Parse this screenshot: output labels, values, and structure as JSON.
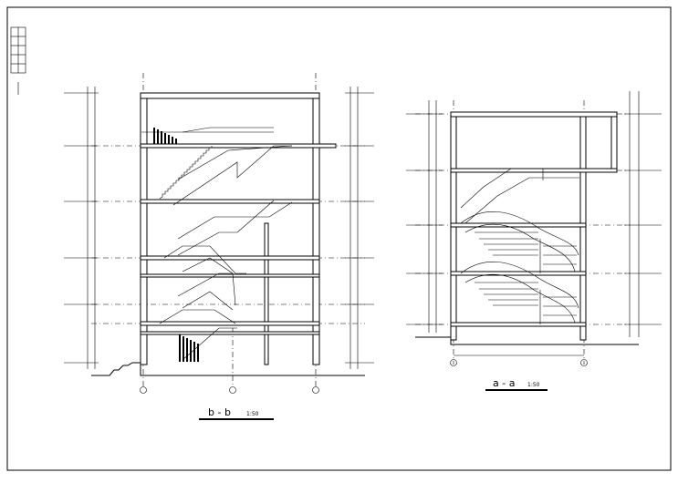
{
  "drawing": {
    "left_section": {
      "title": "b - b",
      "scale": "1:50"
    },
    "right_section": {
      "title": "a - a",
      "scale": "1:50"
    }
  }
}
